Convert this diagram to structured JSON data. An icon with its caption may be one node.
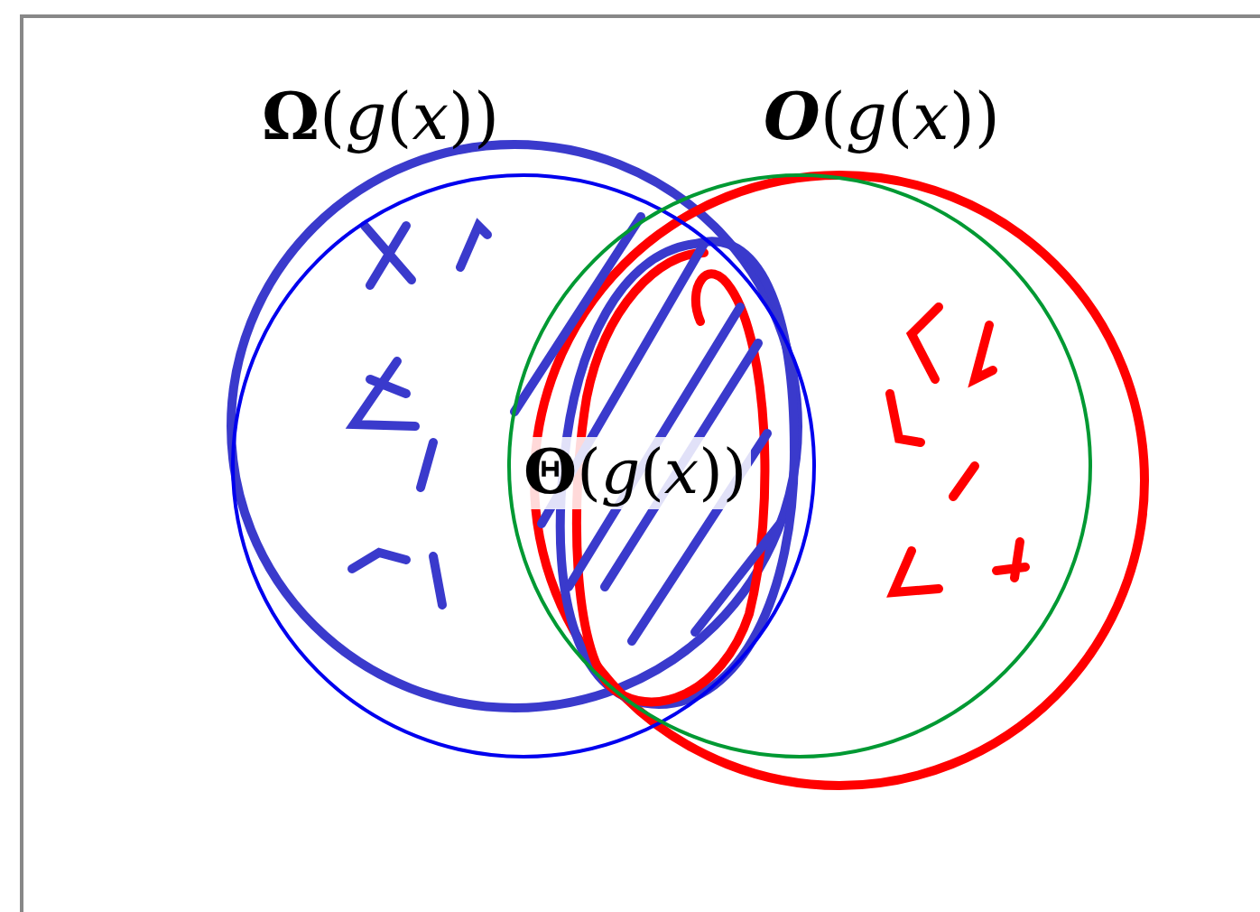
{
  "diagram": {
    "nodes": [
      {
        "text": [
          "**Ω**(*g*(*x*))"
        ]
      },
      {
        "text": [
          "**O**(*g*(*x*))"
        ]
      }
    ],
    "labels": [
      "**Θ**(*g*(*x*))"
    ]
  }
}
